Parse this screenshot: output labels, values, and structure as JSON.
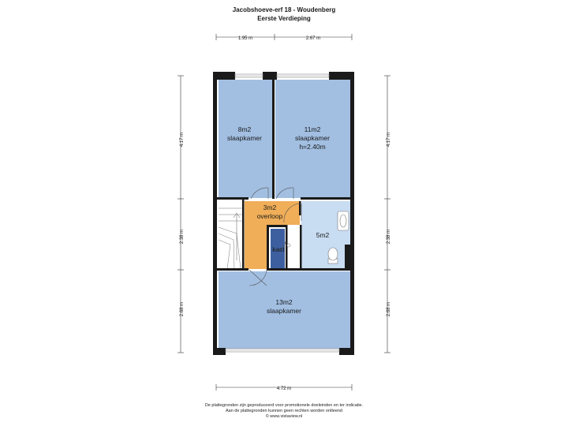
{
  "header": {
    "title": "Jacobshoeve-erf 18 - Woudenberg",
    "subtitle": "Eerste Verdieping"
  },
  "dimensions": {
    "top_left": "1.95 m",
    "top_right": "2.67 m",
    "left_top": "4.17 m",
    "left_mid": "2.38 m",
    "left_bottom": "2.68 m",
    "right_top": "4.17 m",
    "right_mid": "2.38 m",
    "right_bottom": "2.68 m",
    "bottom": "4.72 m"
  },
  "rooms": {
    "bedroom_small": {
      "area": "8m2",
      "name": "slaapkamer"
    },
    "bedroom_medium": {
      "area": "11m2",
      "name": "slaapkamer",
      "height": "h=2.40m"
    },
    "landing": {
      "area": "3m2",
      "name": "overloop"
    },
    "bathroom": {
      "area": "5m2"
    },
    "closet": {
      "name": "kast"
    },
    "bedroom_large": {
      "area": "13m2",
      "name": "slaapkamer"
    }
  },
  "colors": {
    "bedroom": "#a2bfe2",
    "bathroom": "#c8dcf2",
    "landing": "#f0ae58",
    "closet": "#3d5fa0",
    "wall": "#1a1a1a"
  },
  "footer": {
    "line1": "De plattegronden zijn geproduceerd voor promotionele doeleinden en ter indicatie.",
    "line2": "Aan de plattegronden kunnen geen rechten worden ontleend",
    "line3": "© www.vistaview.nl"
  }
}
